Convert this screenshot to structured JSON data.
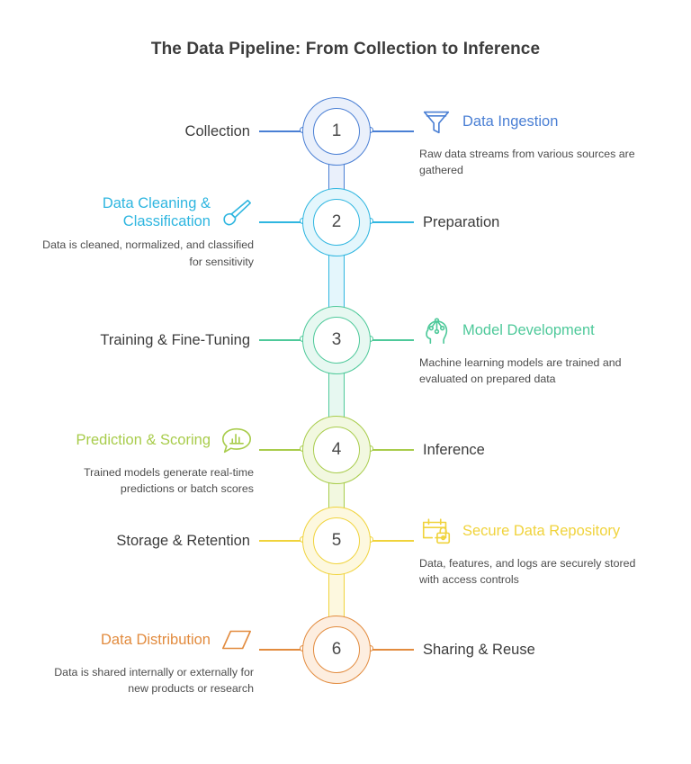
{
  "title": "The Data Pipeline: From Collection to Inference",
  "steps": [
    {
      "number": "1",
      "color": "#4a7fd4",
      "ring_fill": "#eaf0fb",
      "icon": "funnel-icon",
      "side": "right",
      "plain_label": "Collection",
      "heading": "Data Ingestion",
      "description": "Raw data streams from various sources are gathered"
    },
    {
      "number": "2",
      "color": "#2fb6e0",
      "ring_fill": "#e4f6fc",
      "icon": "paintbrush-icon",
      "side": "left",
      "plain_label": "Preparation",
      "heading": "Data Cleaning & Classification",
      "description": "Data is cleaned, normalized, and classified for sensitivity"
    },
    {
      "number": "3",
      "color": "#4ec99a",
      "ring_fill": "#e7f8f1",
      "icon": "ai-head-icon",
      "side": "right",
      "plain_label": "Training & Fine-Tuning",
      "heading": "Model Development",
      "description": "Machine learning models are trained and evaluated on prepared data"
    },
    {
      "number": "4",
      "color": "#a8cc4b",
      "ring_fill": "#f2f8e0",
      "icon": "chart-bubble-icon",
      "side": "left",
      "plain_label": "Inference",
      "heading": "Prediction & Scoring",
      "description": "Trained models generate real-time predictions or batch scores"
    },
    {
      "number": "5",
      "color": "#f0d33c",
      "ring_fill": "#fdf8df",
      "icon": "secure-repository-icon",
      "side": "right",
      "plain_label": "Storage & Retention",
      "heading": "Secure Data Repository",
      "description": "Data, features, and logs are securely stored with access controls"
    },
    {
      "number": "6",
      "color": "#e28b3e",
      "ring_fill": "#fdeee0",
      "icon": "parallelogram-icon",
      "side": "left",
      "plain_label": "Sharing & Reuse",
      "heading": "Data Distribution",
      "description": "Data is shared internally or externally for new products or research"
    }
  ]
}
